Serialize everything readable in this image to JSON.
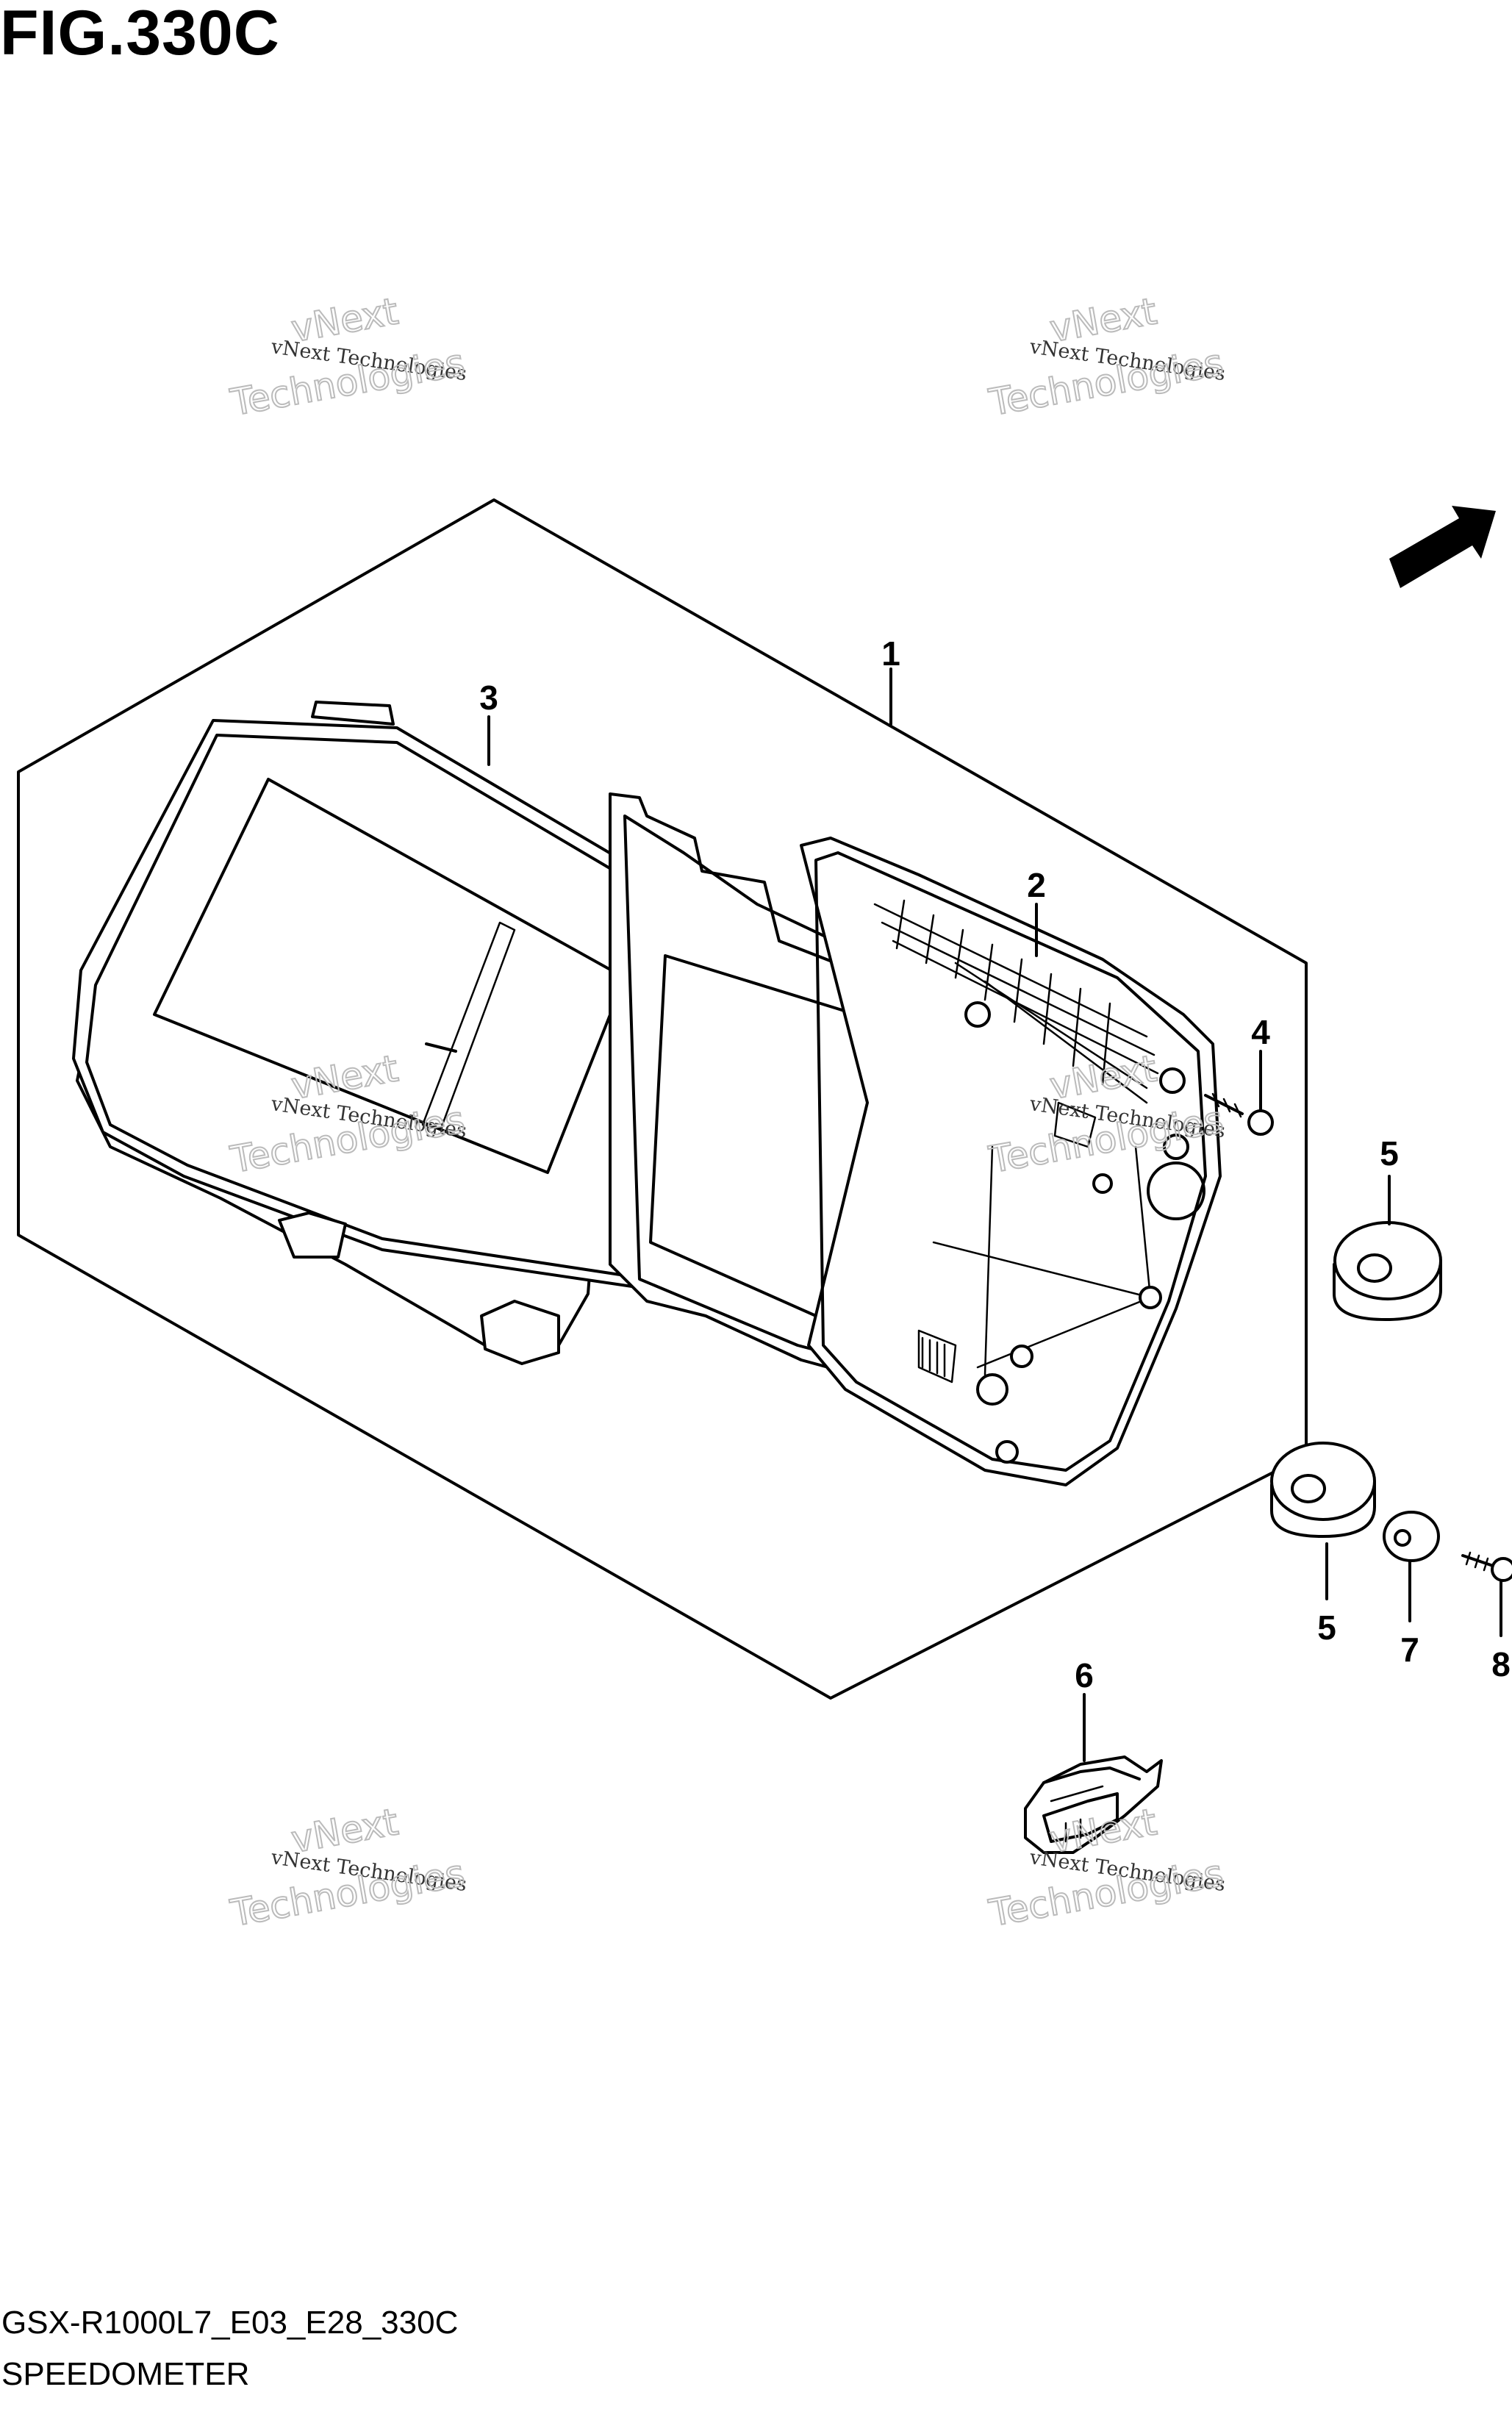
{
  "figure": {
    "title": "FIG.330C",
    "code": "GSX-R1000L7_E03_E28_330C",
    "name": "SPEEDOMETER",
    "fwd_label": "FWD"
  },
  "callouts": [
    {
      "id": "1",
      "label": "1"
    },
    {
      "id": "2",
      "label": "2"
    },
    {
      "id": "3",
      "label": "3"
    },
    {
      "id": "4",
      "label": "4"
    },
    {
      "id": "5a",
      "label": "5"
    },
    {
      "id": "5b",
      "label": "5"
    },
    {
      "id": "6",
      "label": "6"
    },
    {
      "id": "7",
      "label": "7"
    },
    {
      "id": "8",
      "label": "8"
    }
  ],
  "watermark": {
    "line1": "vNext Technologies",
    "line2a": "vNext",
    "line2b": "Technologies"
  },
  "colors": {
    "ink": "#000000",
    "background": "#ffffff",
    "watermark": "#bbbbbb"
  }
}
